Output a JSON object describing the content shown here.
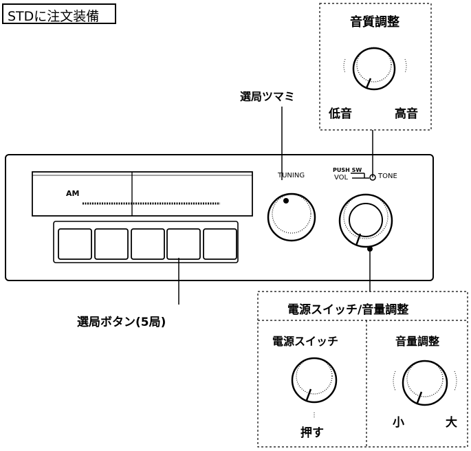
{
  "badge": "STDに注文装備",
  "tone_box": {
    "title": "音質調整",
    "low": "低音",
    "high": "高音"
  },
  "tuning_knob_callout": "選局ツマミ",
  "preset_callout": "選局ボタン(5局)",
  "radio": {
    "band": "AM",
    "tuning_label": "TUNING",
    "push_sw": "PUSH SW",
    "vol": "VOL",
    "tone": "TONE",
    "preset_buttons": 5
  },
  "power_box": {
    "title": "電源スイッチ/音量調整",
    "left_title": "電源スイッチ",
    "left_caption": "押す",
    "right_title": "音量調整",
    "right_small": "小",
    "right_large": "大"
  }
}
